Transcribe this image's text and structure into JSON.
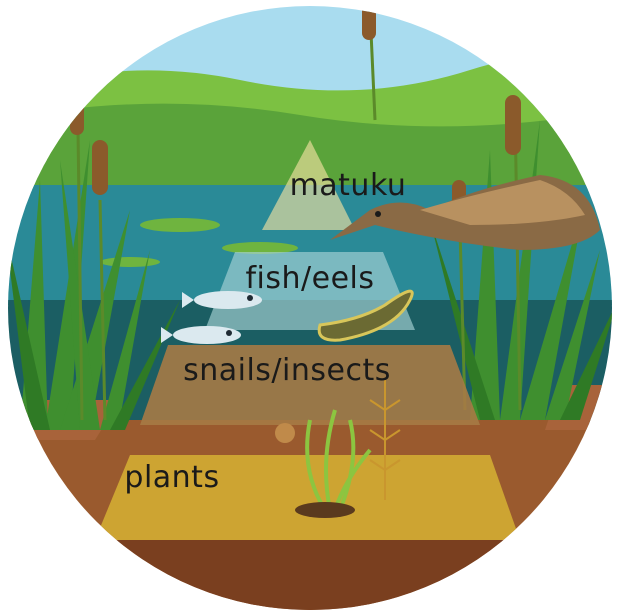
{
  "pyramid": {
    "tiers": [
      {
        "label": "matuku",
        "color": "#efe0a0"
      },
      {
        "label": "fish/eels",
        "color": "#a7d3d6"
      },
      {
        "label": "snails/insects",
        "color": "#a67a45"
      },
      {
        "label": "plants",
        "color": "#d6b233"
      }
    ]
  },
  "scene": {
    "sky_color": "#a9dcef",
    "hill_color": "#7cc142",
    "water_color": "#2a8a97",
    "deep_water_color": "#1b5e63",
    "mud_color": "#9a5a2e",
    "dark_mud_color": "#7a3f1f"
  }
}
